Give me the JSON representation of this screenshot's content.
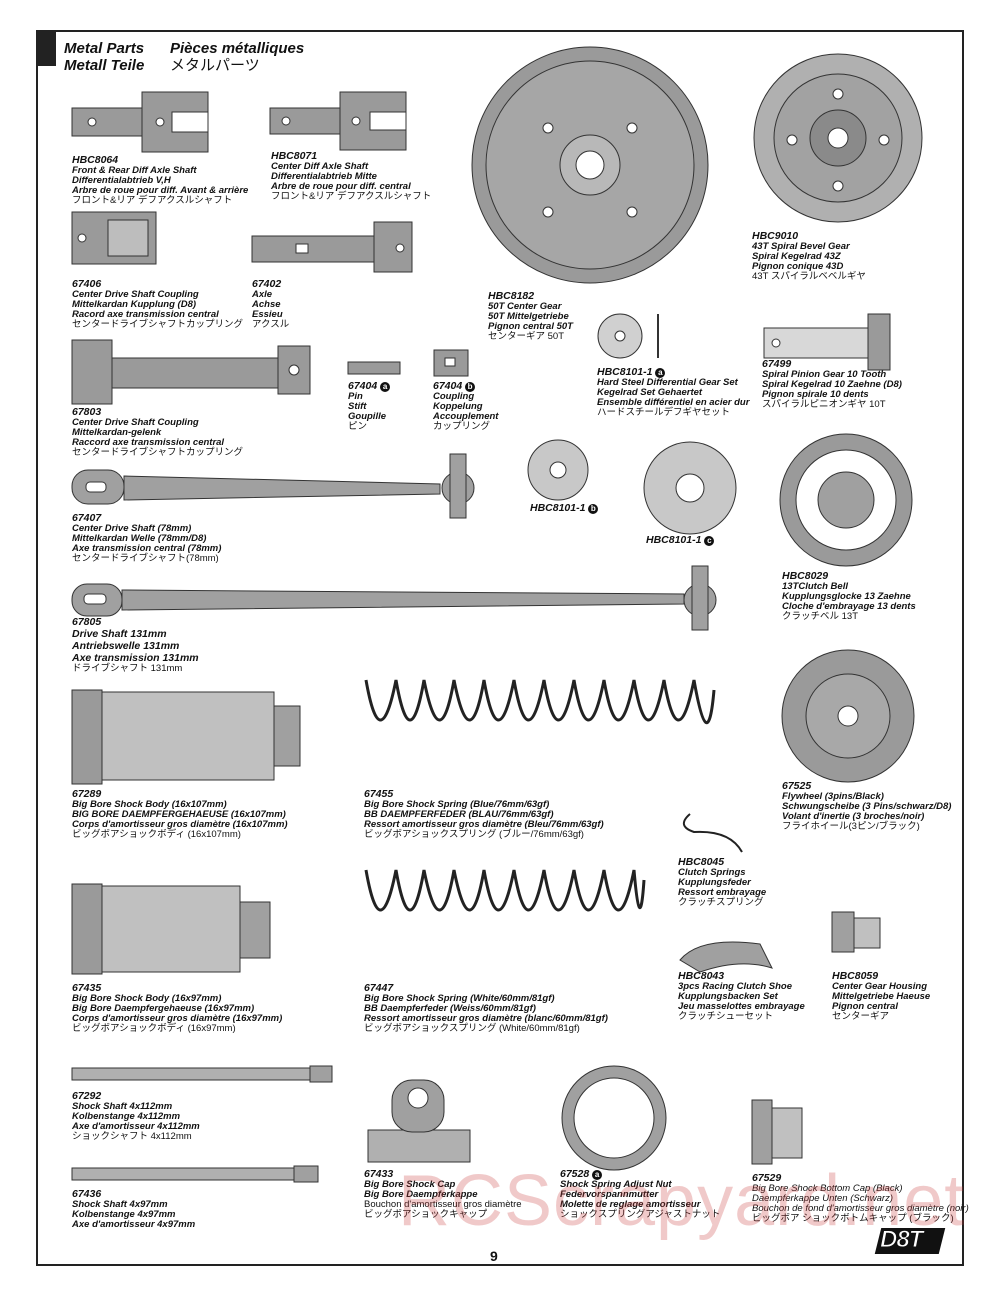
{
  "header": {
    "metal_parts_en": "Metal Parts",
    "metal_parts_fr": "Pièces métalliques",
    "metal_parts_de": "Metall Teile",
    "metal_parts_ja": "メタルパーツ"
  },
  "parts": {
    "p8064": {
      "num": "HBC8064",
      "l1": "Front & Rear Diff Axle Shaft",
      "l2": "Differentialabtrieb V,H",
      "l3": "Arbre de roue pour diff. Avant & arrière",
      "ja": "フロント&リア デフアクスルシャフト"
    },
    "p8071": {
      "num": "HBC8071",
      "l1": "Center Diff Axle Shaft",
      "l2": "Differentialabtrieb Mitte",
      "l3": "Arbre de roue pour diff. central",
      "ja": "フロント&リア デフアクスルシャフト"
    },
    "p8182": {
      "num": "HBC8182",
      "l1": "50T Center Gear",
      "l2": "50T Mittelgetriebe",
      "l3": "Pignon central 50T",
      "ja": "センターギア 50T"
    },
    "p9010": {
      "num": "HBC9010",
      "l1": "43T Spiral Bevel Gear",
      "l2": "Spiral Kegelrad 43Z",
      "l3": "Pignon conique 43D",
      "ja": "43T スパイラルベベルギヤ"
    },
    "p67406": {
      "num": "67406",
      "l1": "Center Drive Shaft Coupling",
      "l2": "Mittelkardan Kupplung (D8)",
      "l3": "Racord axe transmission central",
      "ja": "センタードライブシャフトカップリング"
    },
    "p67402": {
      "num": "67402",
      "l1": "Axle",
      "l2": "Achse",
      "l3": "Essieu",
      "ja": "アクスル"
    },
    "p67803": {
      "num": "67803",
      "l1": "Center Drive Shaft Coupling",
      "l2": "Mittelkardan-gelenk",
      "l3": "Raccord axe transmission central",
      "ja": "センタードライブシャフトカップリング"
    },
    "p67404a": {
      "num": "67404",
      "badge": "a",
      "l1": "Pin",
      "l2": "Stift",
      "l3": "Goupille",
      "ja": "ピン"
    },
    "p67404b": {
      "num": "67404",
      "badge": "b",
      "l1": "Coupling",
      "l2": "Koppelung",
      "l3": "Accouplement",
      "ja": "カップリング"
    },
    "p8101a": {
      "num": "HBC8101-1",
      "badge": "a",
      "l1": "Hard Steel Differential Gear Set",
      "l2": "Kegelrad Set Gehaertet",
      "l3": "Ensemble différentiel en acier dur",
      "ja": "ハードスチールデフギヤセット"
    },
    "p67499": {
      "num": "67499",
      "l1": "Spiral Pinion Gear 10 Tooth",
      "l2": "Spiral Kegelrad 10 Zaehne (D8)",
      "l3": "Pignon spirale 10 dents",
      "ja": "スパイラルピニオンギヤ 10T"
    },
    "p67407": {
      "num": "67407",
      "l1": "Center Drive Shaft (78mm)",
      "l2": "Mittelkardan Welle (78mm/D8)",
      "l3": "Axe transmission central (78mm)",
      "ja": "センタードライブシャフト(78mm)"
    },
    "p8101b": {
      "num": "HBC8101-1",
      "badge": "b"
    },
    "p8101c": {
      "num": "HBC8101-1",
      "badge": "c"
    },
    "p8029": {
      "num": "HBC8029",
      "l1": "13TClutch Bell",
      "l2": "Kupplungsglocke 13 Zaehne",
      "l3": "Cloche d'embrayage 13 dents",
      "ja": "クラッチベル 13T"
    },
    "p67805": {
      "num": "67805",
      "l1": "Drive Shaft 131mm",
      "l2": "Antriebswelle 131mm",
      "l3": "Axe transmission 131mm",
      "ja": "ドライブシャフト 131mm"
    },
    "p67289": {
      "num": "67289",
      "l1": "Big Bore Shock Body (16x107mm)",
      "l2": "BIG BORE DAEMPFERGEHAEUSE (16x107mm)",
      "l3": "Corps d'amortisseur gros diamètre (16x107mm)",
      "ja": "ビッグボアショックボディ (16x107mm)"
    },
    "p67455": {
      "num": "67455",
      "l1": "Big Bore Shock Spring (Blue/76mm/63gf)",
      "l2": "BB DAEMPFERFEDER (BLAU/76mm/63gf)",
      "l3": "Ressort amortisseur gros diamètre (Bleu/76mm/63gf)",
      "ja": "ビッグボアショックスプリング (ブルー/76mm/63gf)"
    },
    "p67525": {
      "num": "67525",
      "l1": "Flywheel (3pins/Black)",
      "l2": "Schwungscheibe (3 Pins/schwarz/D8)",
      "l3": "Volant d'inertie (3 broches/noir)",
      "ja": "フライホイール(3ピン/ブラック)"
    },
    "p8045": {
      "num": "HBC8045",
      "l1": "Clutch Springs",
      "l2": "Kupplungsfeder",
      "l3": "Ressort embrayage",
      "ja": "クラッチスプリング"
    },
    "p67435": {
      "num": "67435",
      "l1": "Big Bore Shock Body (16x97mm)",
      "l2": "Big Bore Daempfergehaeuse (16x97mm)",
      "l3": "Corps d'amortisseur gros diamètre (16x97mm)",
      "ja": "ビッグボアショックボディ (16x97mm)"
    },
    "p67447": {
      "num": "67447",
      "l1": "Big Bore Shock Spring (White/60mm/81gf)",
      "l2": "BB Daempferfeder (Weiss/60mm/81gf)",
      "l3": "Ressort amortisseur gros diamètre (blanc/60mm/81gf)",
      "ja": "ビッグボアショックスプリング (White/60mm/81gf)"
    },
    "p8043": {
      "num": "HBC8043",
      "l1": "3pcs Racing Clutch Shoe",
      "l2": "Kupplungsbacken Set",
      "l3": "Jeu masselottes embrayage",
      "ja": "クラッチシューセット"
    },
    "p8059": {
      "num": "HBC8059",
      "l1": "Center Gear Housing",
      "l2": "Mittelgetriebe Haeuse",
      "l3": "Pignon central",
      "ja": "センターギア"
    },
    "p67292": {
      "num": "67292",
      "l1": "Shock Shaft 4x112mm",
      "l2": "Kolbenstange 4x112mm",
      "l3": "Axe d'amortisseur 4x112mm",
      "ja": "ショックシャフト 4x112mm"
    },
    "p67436": {
      "num": "67436",
      "l1": "Shock Shaft 4x97mm",
      "l2": "Kolbenstange 4x97mm",
      "l3": "Axe d'amortisseur 4x97mm"
    },
    "p67433": {
      "num": "67433",
      "l1": "Big Bore Shock Cap",
      "l2": "Big Bore Daempferkappe",
      "l3": "Bouchon d'amortisseur gros diamètre",
      "ja": "ビッグボアショックキャップ"
    },
    "p67528": {
      "num": "67528",
      "badge": "a",
      "l1": "Shock Spring Adjust Nut",
      "l2": "Federvorspannmutter",
      "l3": "Molette de reglage amortisseur",
      "ja": "ショックスプリングアジャストナット"
    },
    "p67529": {
      "num": "67529",
      "l1": "Big Bore Shock Bottom Cap (Black)",
      "l2": "Daempferkappe Unten (Schwarz)",
      "l3": "Bouchon de fond d'amortisseur gros diamètre (noir)",
      "ja": "ビッグボア ショックボトムキャップ (ブラック)"
    }
  },
  "footer": {
    "page": "9",
    "logo": "D8T",
    "watermark": "RCScrapyard.net"
  }
}
